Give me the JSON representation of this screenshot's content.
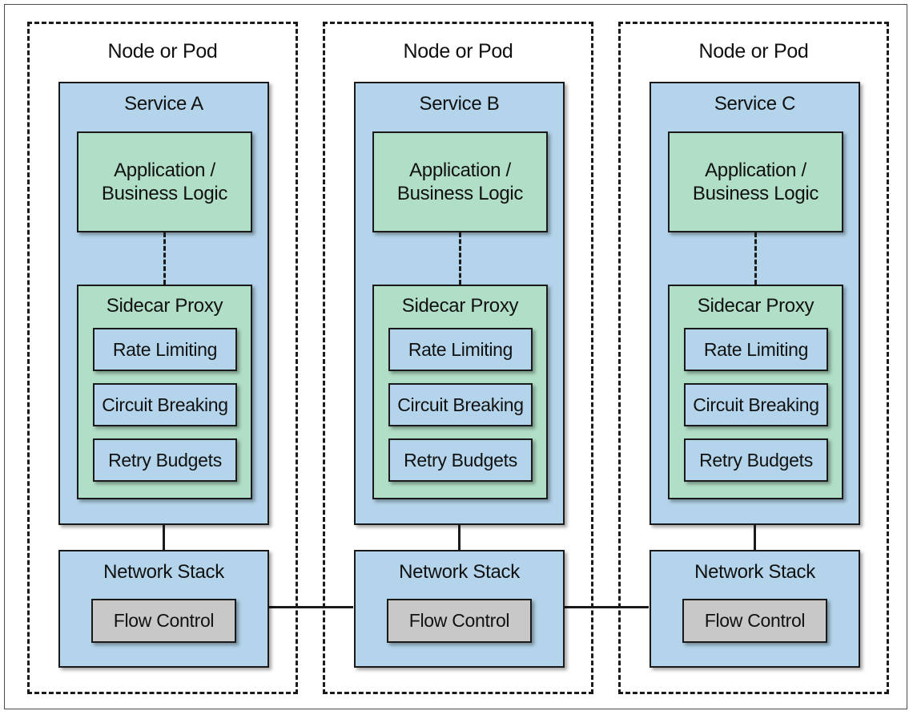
{
  "pods": [
    {
      "label": "Node or Pod",
      "service": "Service A",
      "app": {
        "line1": "Application /",
        "line2": "Business Logic"
      },
      "sidecar": "Sidecar Proxy",
      "features": [
        "Rate Limiting",
        "Circuit Breaking",
        "Retry Budgets"
      ],
      "network": "Network Stack",
      "flow": "Flow Control"
    },
    {
      "label": "Node or Pod",
      "service": "Service B",
      "app": {
        "line1": "Application /",
        "line2": "Business Logic"
      },
      "sidecar": "Sidecar Proxy",
      "features": [
        "Rate Limiting",
        "Circuit Breaking",
        "Retry Budgets"
      ],
      "network": "Network Stack",
      "flow": "Flow Control"
    },
    {
      "label": "Node or Pod",
      "service": "Service C",
      "app": {
        "line1": "Application /",
        "line2": "Business Logic"
      },
      "sidecar": "Sidecar Proxy",
      "features": [
        "Rate Limiting",
        "Circuit Breaking",
        "Retry Budgets"
      ],
      "network": "Network Stack",
      "flow": "Flow Control"
    }
  ],
  "colors": {
    "service": "#b3d4ea",
    "app": "#b1dec7",
    "flow": "#c8c8c8"
  }
}
